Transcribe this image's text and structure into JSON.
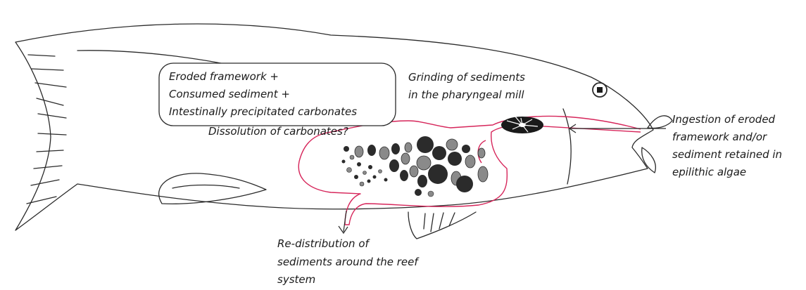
{
  "labels": {
    "box_line1": "Eroded framework +",
    "box_line2": "Consumed sediment +",
    "box_line3": "Intestinally precipitated carbonates",
    "dissolution": "Dissolution of carbonates?",
    "grinding_line1": "Grinding of sediments",
    "grinding_line2": "in the pharyngeal mill",
    "ingestion_line1": "Ingestion of eroded",
    "ingestion_line2": "framework and/or",
    "ingestion_line3": "sediment retained in",
    "ingestion_line4": "epilithic algae",
    "redist_line1": "Re-distribution of",
    "redist_line2": "sediments around the reef",
    "redist_line3": "system"
  },
  "colors": {
    "outline": "#2a2a2a",
    "gut": "#d6255a",
    "sediment_dark": "#2b2b2b",
    "sediment_grey": "#8a8a8a"
  }
}
